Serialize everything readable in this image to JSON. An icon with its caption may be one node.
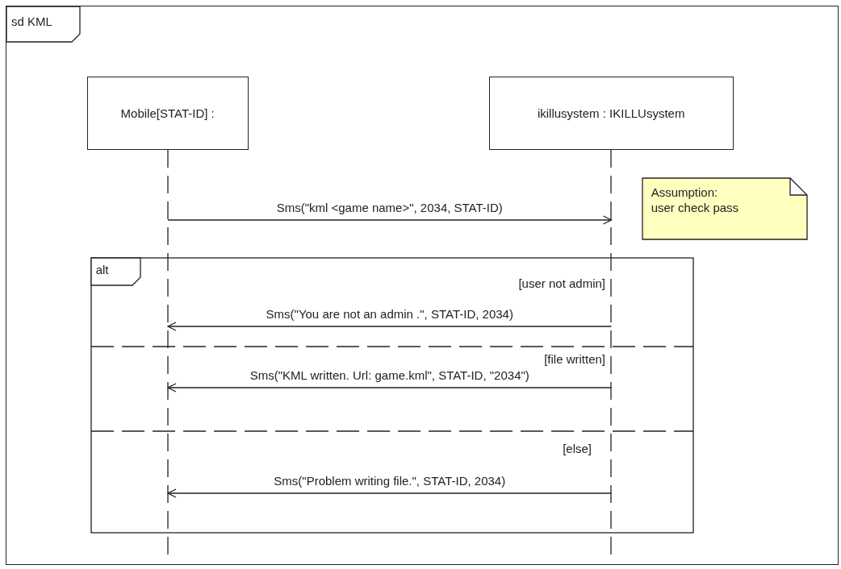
{
  "diagram": {
    "nodes": [
      {
        "text": [
          "sd KML"
        ]
      },
      {
        "text": [
          "Mobile[STAT-ID] :"
        ],
        "in": 0
      },
      {
        "text": [
          "ikillusystem : IKILLUsystem"
        ],
        "in": 0
      },
      {
        "text": [],
        "shape": "line",
        "in": 0
      },
      {
        "text": [],
        "shape": "line",
        "in": 0
      },
      {
        "text": [
          "Assumption:",
          "user check pass"
        ],
        "in": 0
      },
      {
        "text": [
          "alt"
        ],
        "in": 0
      }
    ],
    "labels": [
      "[user not admin]",
      "[file written]",
      "[else]"
    ],
    "edges": [
      {
        "from": 3,
        "to": 4,
        "arrow": "to",
        "label": "Sms(\"kml <game name>\", 2034, STAT-ID)"
      },
      {
        "from": 4,
        "to": 3,
        "arrow": "to",
        "label": "Sms(\"You are not an admin .\", STAT-ID, 2034)"
      },
      {
        "from": 4,
        "to": 3,
        "arrow": "to",
        "label": "Sms(\"KML written. Url: game.kml\", STAT-ID, \"2034\")"
      },
      {
        "from": 4,
        "to": 3,
        "arrow": "to",
        "label": "Sms(\"Problem writing file.\", STAT-ID, 2034)"
      }
    ]
  }
}
